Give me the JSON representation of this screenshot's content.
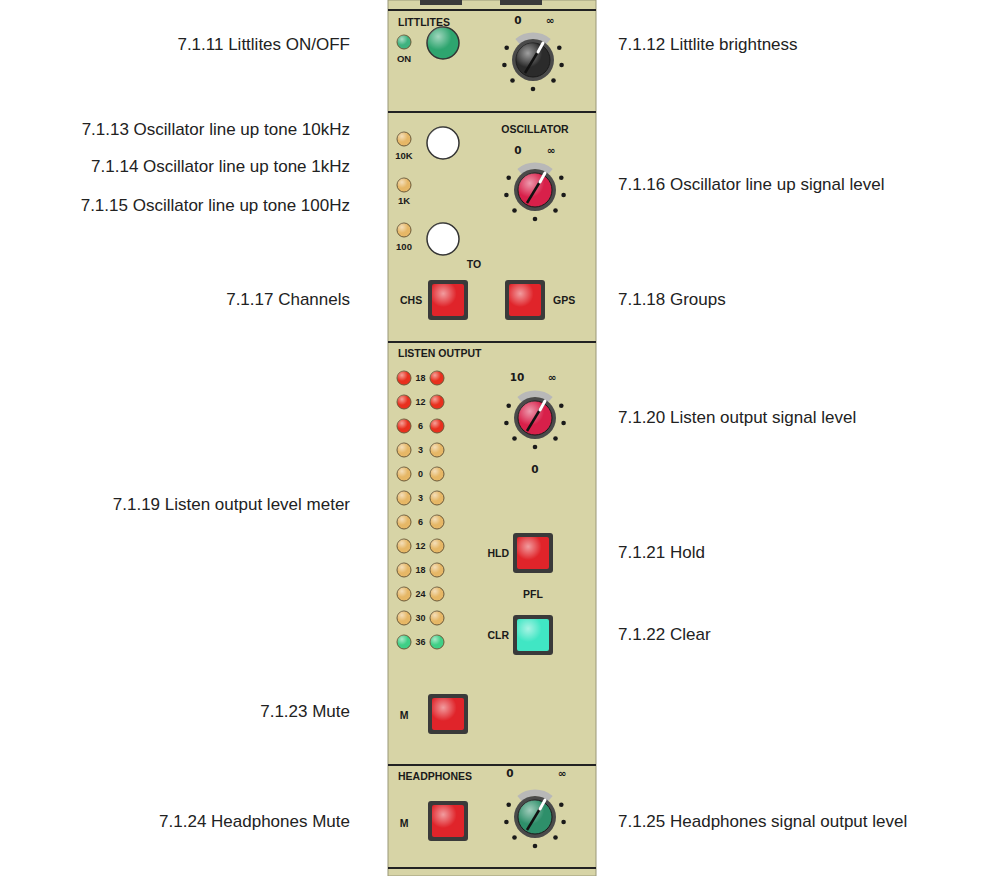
{
  "diagram": {
    "labels": [
      "7.1.11 Littlites ON/OFF",
      "LITTLITES",
      "0",
      "∞",
      "7.1.12 Littlite brightness",
      "ON",
      "OSCILLATOR",
      "7.1.13 Oscillator line up tone 10kHz",
      "0",
      "∞",
      "10K",
      "7.1.14 Oscillator line up tone 1kHz",
      "7.1.16 Oscillator line up signal level",
      "1K",
      "7.1.15 Oscillator line up tone 100Hz",
      "100",
      "TO",
      "7.1.17 Channels",
      "CHS",
      "GPS",
      "7.1.18 Groups",
      "LISTEN OUTPUT",
      "10",
      "∞",
      "18",
      "12",
      "6",
      "3",
      "0",
      "3",
      "6",
      "12",
      "18",
      "24",
      "30",
      "36",
      "7.1.20 Listen output signal level",
      "0",
      "7.1.19 Listen output level meter",
      "HLD",
      "7.1.21 Hold",
      "PFL",
      "CLR",
      "7.1.22 Clear",
      "7.1.23 Mute",
      "M",
      "HEADPHONES",
      "0",
      "∞",
      "7.1.24 Headphones Mute",
      "M",
      "7.1.25 Headphones signal output level"
    ]
  }
}
